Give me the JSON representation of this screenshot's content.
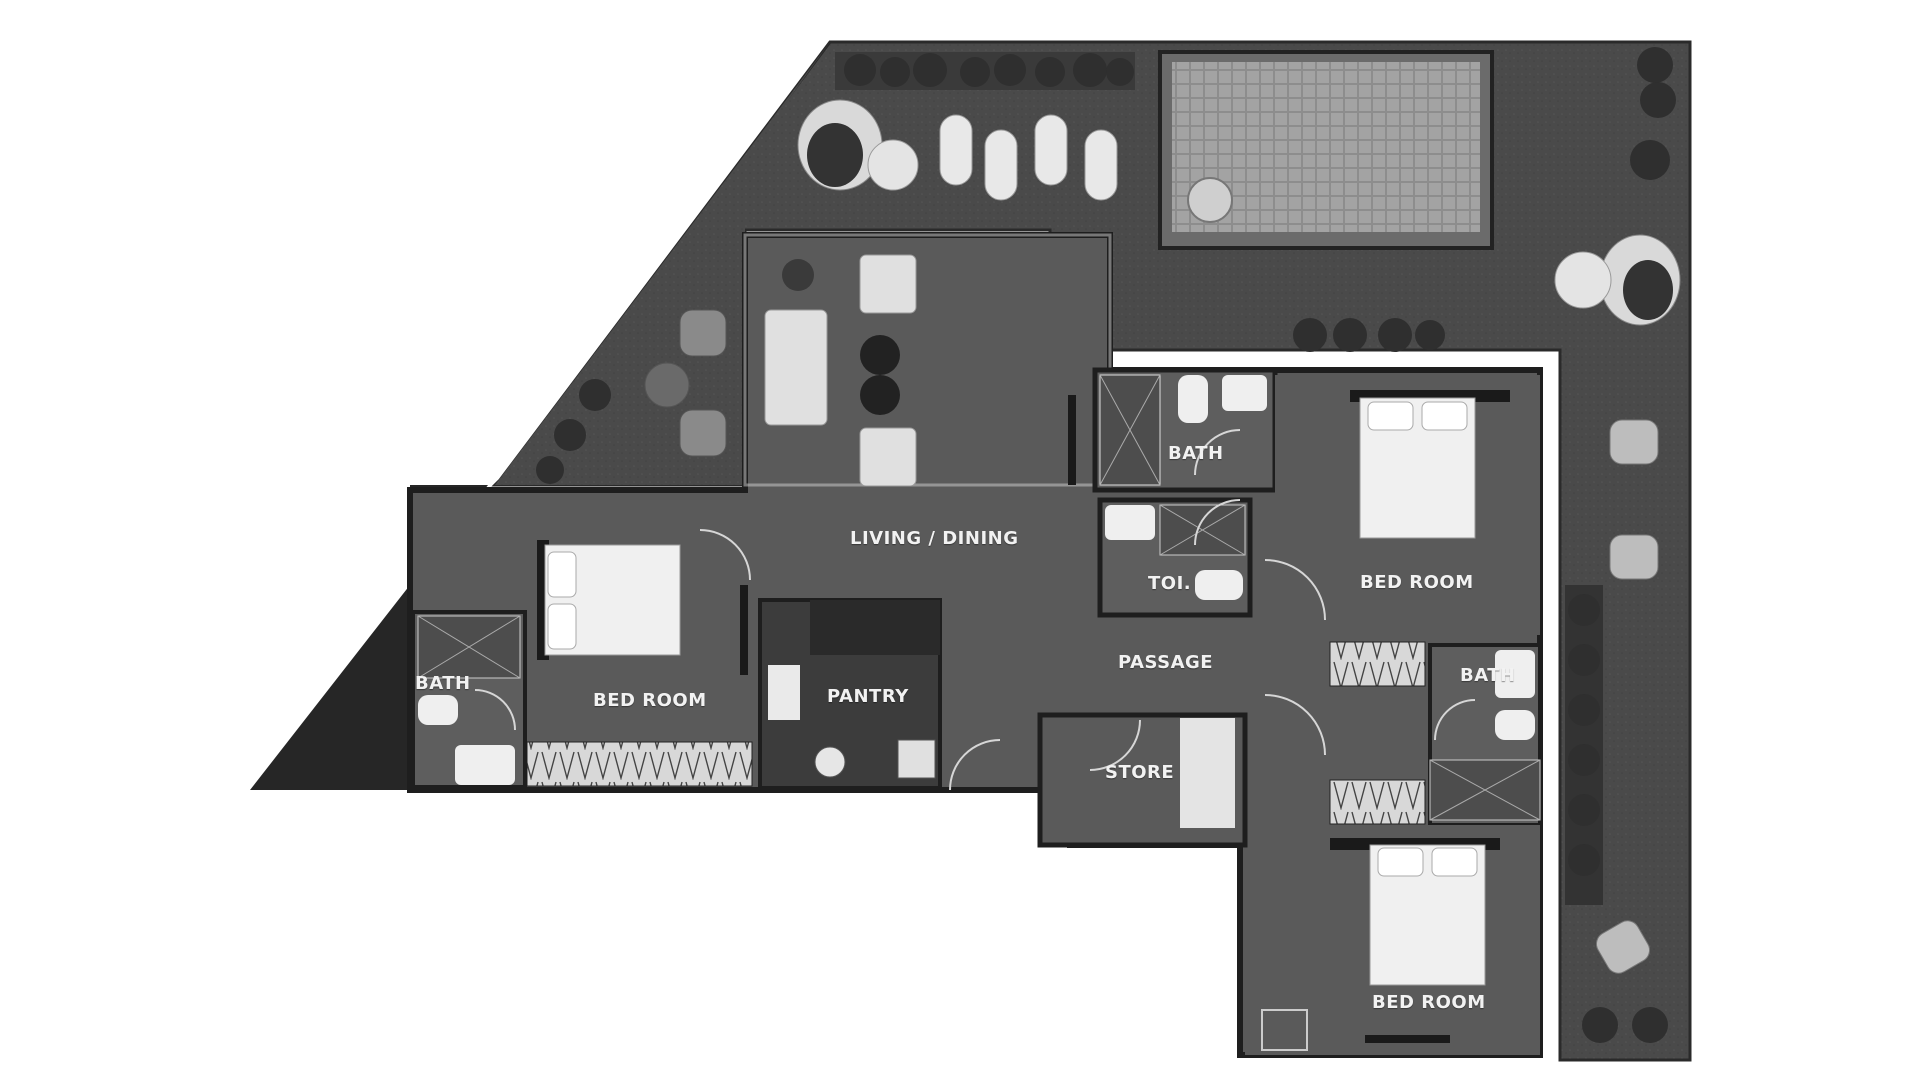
{
  "floor_plan": {
    "rooms": {
      "living_dining": "LIVING / DINING",
      "bed_room_west": "BED ROOM",
      "bath_west": "BATH",
      "pantry": "PANTRY",
      "passage": "PASSAGE",
      "store": "STORE",
      "bath_north": "BATH",
      "toilet": "TOI.",
      "bed_room_northeast": "BED ROOM",
      "bath_east": "BATH",
      "bed_room_southeast": "BED ROOM"
    }
  },
  "colors": {
    "terrace": "#4a4a4a",
    "interior_floor": "#5a5a5a",
    "wall": "#1e1e1e",
    "pool_tile": "#9a9a9a",
    "fixture": "#e6e6e6",
    "label": "#f2f2f2"
  }
}
